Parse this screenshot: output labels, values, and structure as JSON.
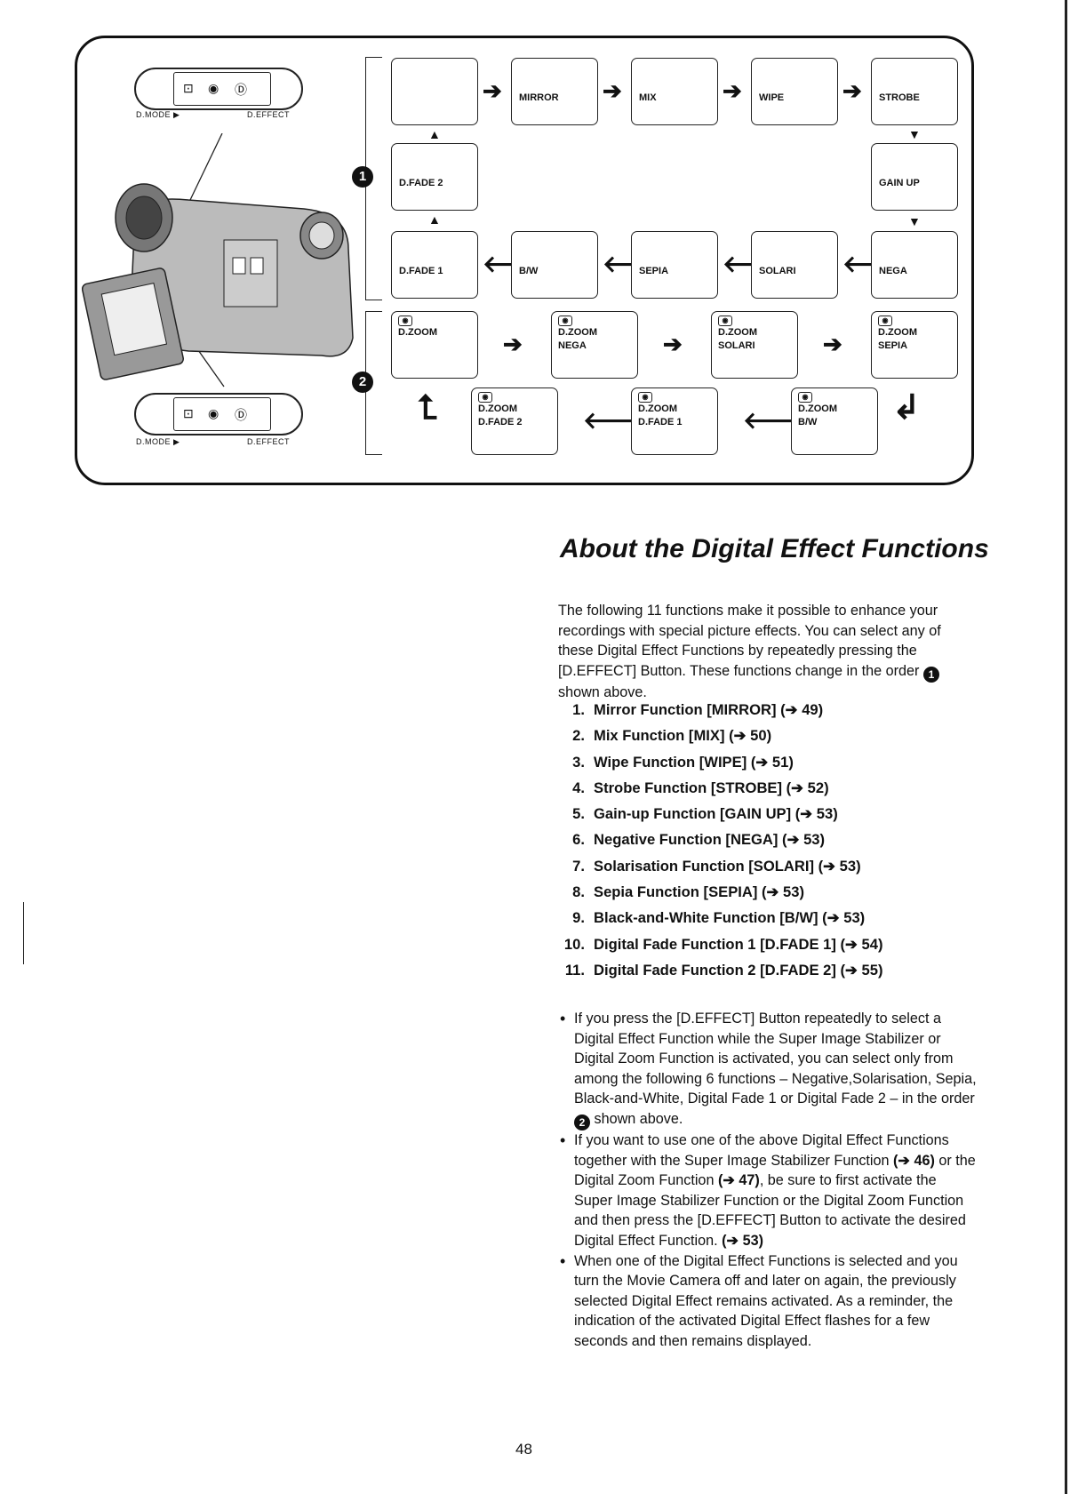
{
  "figure": {
    "pill_top": {
      "dmode": "D.MODE ▶",
      "deffect": "D.EFFECT"
    },
    "pill_bottom": {
      "dmode": "D.MODE ▶",
      "deffect": "D.EFFECT"
    },
    "sequence1": {
      "marker": "1",
      "row1": [
        "",
        "MIRROR",
        "MIX",
        "WIPE",
        "STROBE"
      ],
      "left_mid": "D.FADE 2",
      "right_mid": "GAIN UP",
      "row3": [
        "D.FADE 1",
        "B/W",
        "SEPIA",
        "SOLARI",
        "NEGA"
      ]
    },
    "sequence2": {
      "marker": "2",
      "row1": [
        [
          "D.ZOOM",
          ""
        ],
        [
          "D.ZOOM",
          "NEGA"
        ],
        [
          "D.ZOOM",
          "SOLARI"
        ],
        [
          "D.ZOOM",
          "SEPIA"
        ]
      ],
      "row2": [
        [
          "D.ZOOM",
          "D.FADE 2"
        ],
        [
          "D.ZOOM",
          "D.FADE 1"
        ],
        [
          "D.ZOOM",
          "B/W"
        ]
      ]
    }
  },
  "heading": "About the Digital Effect Functions",
  "intro": {
    "text_before": "The following 11 functions make it possible to enhance your recordings with special picture effects. You can select any of these Digital Effect Functions by repeatedly pressing the [D.EFFECT] Button. These functions change in the order",
    "marker": "1",
    "text_after": "shown above."
  },
  "functions": [
    {
      "n": "1.",
      "text": "Mirror Function [MIRROR] (➔ 49)"
    },
    {
      "n": "2.",
      "text": "Mix Function [MIX] (➔ 50)"
    },
    {
      "n": "3.",
      "text": "Wipe Function [WIPE] (➔ 51)"
    },
    {
      "n": "4.",
      "text": "Strobe Function [STROBE] (➔ 52)"
    },
    {
      "n": "5.",
      "text": "Gain-up Function [GAIN UP] (➔ 53)"
    },
    {
      "n": "6.",
      "text": "Negative Function [NEGA] (➔ 53)"
    },
    {
      "n": "7.",
      "text": "Solarisation Function [SOLARI] (➔ 53)"
    },
    {
      "n": "8.",
      "text": "Sepia Function [SEPIA] (➔ 53)"
    },
    {
      "n": "9.",
      "text": "Black-and-White Function [B/W] (➔ 53)"
    },
    {
      "n": "10.",
      "text": "Digital Fade Function 1 [D.FADE 1] (➔ 54)"
    },
    {
      "n": "11.",
      "text": "Digital Fade Function 2 [D.FADE 2] (➔ 55)"
    }
  ],
  "notes": {
    "n1_before": "If you press the [D.EFFECT] Button repeatedly to select a Digital Effect Function while the Super Image Stabilizer or Digital Zoom Function is activated, you can select only from among the following 6 functions – Negative,Solarisation, Sepia, Black-and-White, Digital Fade 1 or Digital Fade 2 – in the order",
    "n1_marker": "2",
    "n1_after": "shown above.",
    "n2_a": "If you want to use one of the above Digital Effect Functions together with the Super Image Stabilizer Function ",
    "n2_ref1": "(➔ 46)",
    "n2_b": " or the Digital Zoom Function ",
    "n2_ref2": "(➔ 47)",
    "n2_c": ", be sure to first activate the Super Image Stabilizer Function or the Digital Zoom Function and then press the [D.EFFECT] Button to activate the desired Digital Effect Function. ",
    "n2_ref3": "(➔ 53)",
    "n3": "When one of the Digital Effect Functions is selected and you turn the Movie Camera off and later on again, the previously selected Digital Effect remains activated. As a reminder, the indication of the activated Digital Effect flashes for a few seconds and then remains displayed."
  },
  "page_number": "48"
}
